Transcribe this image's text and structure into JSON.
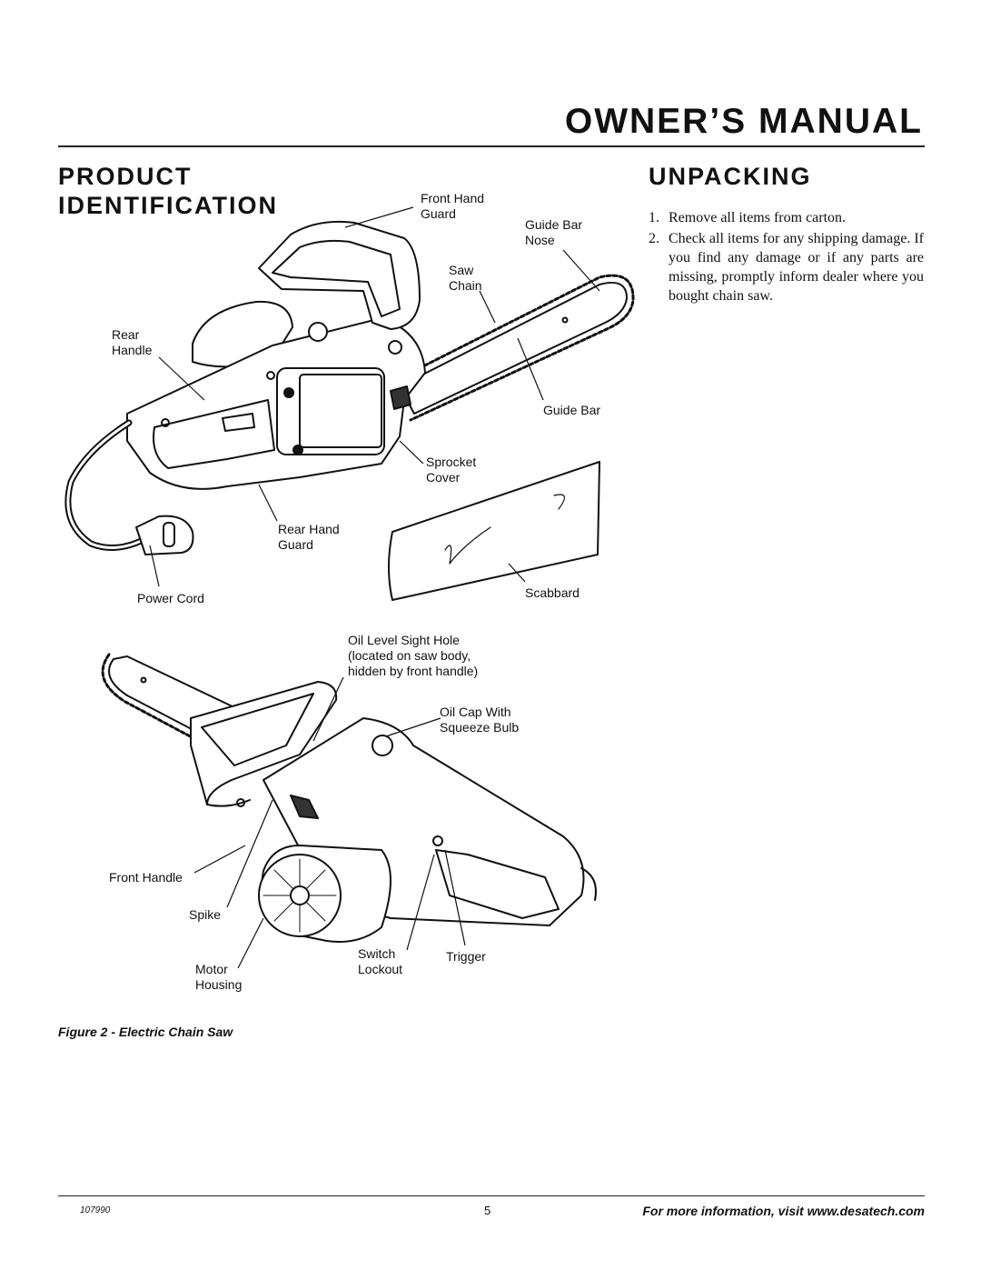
{
  "header": {
    "title": "OWNER’S MANUAL"
  },
  "sections": {
    "product_id_title_line1": "PRODUCT",
    "product_id_title_line2": "IDENTIFICATION",
    "unpacking_title": "UNPACKING"
  },
  "unpacking": {
    "items": [
      {
        "num": "1.",
        "text": "Remove all items from carton."
      },
      {
        "num": "2.",
        "text": "Check all items for any shipping damage. If you find any damage or if any parts are missing, promptly inform dealer where you bought chain saw."
      }
    ]
  },
  "labels_top": {
    "front_hand_guard_1": "Front Hand",
    "front_hand_guard_2": "Guard",
    "guide_bar_nose_1": "Guide Bar",
    "guide_bar_nose_2": "Nose",
    "saw_chain_1": "Saw",
    "saw_chain_2": "Chain",
    "rear_handle_1": "Rear",
    "rear_handle_2": "Handle",
    "guide_bar": "Guide Bar",
    "sprocket_cover_1": "Sprocket",
    "sprocket_cover_2": "Cover",
    "rear_hand_guard_1": "Rear Hand",
    "rear_hand_guard_2": "Guard",
    "power_cord": "Power Cord",
    "scabbard": "Scabbard"
  },
  "labels_bottom": {
    "oil_level_1": "Oil Level Sight Hole",
    "oil_level_2": "(located on saw body,",
    "oil_level_3": "hidden by front handle)",
    "oil_cap_1": "Oil Cap With",
    "oil_cap_2": "Squeeze Bulb",
    "front_handle": "Front Handle",
    "spike": "Spike",
    "motor_housing_1": "Motor",
    "motor_housing_2": "Housing",
    "switch_lockout_1": "Switch",
    "switch_lockout_2": "Lockout",
    "trigger": "Trigger"
  },
  "figure_caption": "Figure 2 - Electric Chain Saw",
  "footer": {
    "doc_code": "107990",
    "page_number": "5",
    "more_info": "For more information, visit www.desatech.com"
  }
}
